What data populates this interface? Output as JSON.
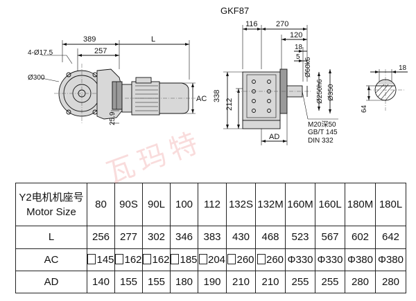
{
  "title": "GKF87",
  "front_view": {
    "dims": {
      "d389": "389",
      "d257": "257",
      "L": "L",
      "holes": "4-Ø17.5",
      "d300": "Ø300",
      "AC": "AC",
      "d25_9": "25.9"
    }
  },
  "side_view": {
    "dims": {
      "d116": "116",
      "d270": "270",
      "d120": "120",
      "d18": "18",
      "d5": "5",
      "d60": "Ø60k6",
      "d250": "Ø250h6",
      "d350": "Ø350",
      "d338": "338",
      "d212": "212",
      "AD": "AD",
      "thread1": "M20深50",
      "thread2": "GB/T 145",
      "thread3": "DIN 332"
    }
  },
  "shaft_view": {
    "dims": {
      "d18": "18",
      "d64": "64"
    }
  },
  "table": {
    "header_label_line1": "Y2电机机座号",
    "header_label_line2": "Motor Size",
    "sizes": [
      "80",
      "90S",
      "90L",
      "100",
      "112",
      "132S",
      "132M",
      "160M",
      "160L",
      "180M",
      "180L"
    ],
    "rows": [
      {
        "label": "L",
        "values": [
          "256",
          "277",
          "302",
          "346",
          "383",
          "430",
          "468",
          "523",
          "567",
          "602",
          "642"
        ]
      },
      {
        "label": "AC",
        "values": [
          "145",
          "162",
          "162",
          "185",
          "204",
          "260",
          "260",
          "330",
          "330",
          "380",
          "380"
        ],
        "prefixes": [
          "sq",
          "sq",
          "sq",
          "sq",
          "sq",
          "sq",
          "sq",
          "phi",
          "phi",
          "phi",
          "phi"
        ]
      },
      {
        "label": "AD",
        "values": [
          "140",
          "155",
          "155",
          "180",
          "190",
          "210",
          "210",
          "255",
          "255",
          "280",
          "280"
        ]
      }
    ]
  }
}
